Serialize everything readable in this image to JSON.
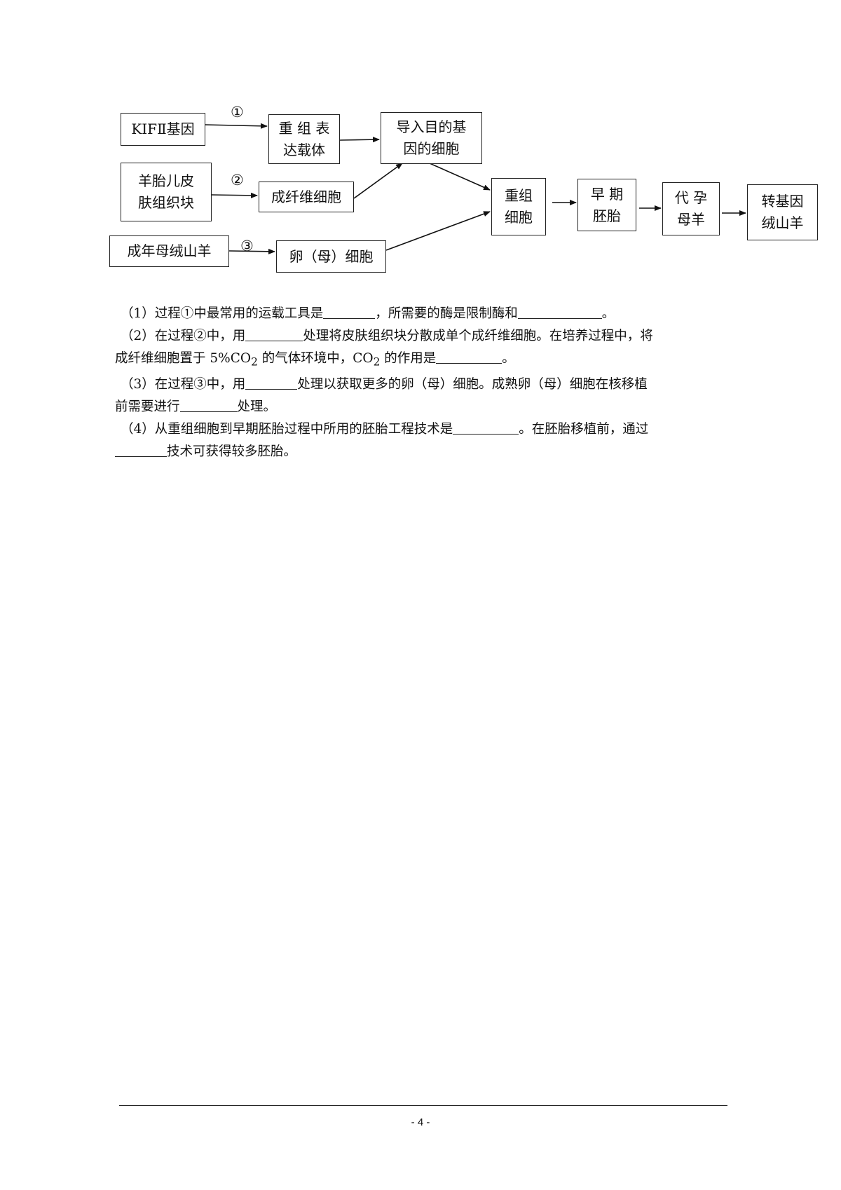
{
  "diagram": {
    "nodes": {
      "kif_gene": [
        "KIFⅡ基因"
      ],
      "recombinant_vector": [
        "重 组 表",
        "达载体"
      ],
      "target_cell": [
        "导入目的基",
        "因的细胞"
      ],
      "fetal_skin": [
        "羊胎儿皮",
        "肤组织块"
      ],
      "fibroblast": [
        "成纤维细胞"
      ],
      "adult_goat": [
        "成年母绒山羊"
      ],
      "egg_cell": [
        "卵（母）细胞"
      ],
      "recombinant_cell": [
        "重组",
        "细胞"
      ],
      "early_embryo": [
        "早 期",
        "胚胎"
      ],
      "surrogate": [
        "代 孕",
        "母羊"
      ],
      "transgenic_goat": [
        "转基因",
        "绒山羊"
      ]
    },
    "markers": {
      "step1": "①",
      "step2": "②",
      "step3": "③"
    }
  },
  "questions": [
    {
      "line1": [
        "（1）过程①中最常用的运载工具是",
        "，所需要的酶是限制酶和",
        "。"
      ]
    },
    {
      "line1": [
        "（2）在过程②中，用",
        "处理将皮肤组织块分散成单个成纤维细胞。在培养过程中，将"
      ],
      "line2": [
        "成纤维细胞置于 5%CO",
        "2",
        " 的气体环境中，CO",
        "2",
        " 的作用是",
        "。"
      ]
    },
    {
      "line1": [
        "（3）在过程③中，用",
        "处理以获取更多的卵（母）细胞。成熟卵（母）细胞在核移植"
      ],
      "line2": [
        "前需要进行",
        "处理。"
      ]
    },
    {
      "line1": [
        "（4）从重组细胞到早期胚胎过程中所用的胚胎工程技术是",
        "。在胚胎移植前，通过"
      ],
      "line2": [
        "",
        "技术可获得较多胚胎。"
      ]
    }
  ],
  "footer": {
    "page_number": "- 4 -"
  }
}
